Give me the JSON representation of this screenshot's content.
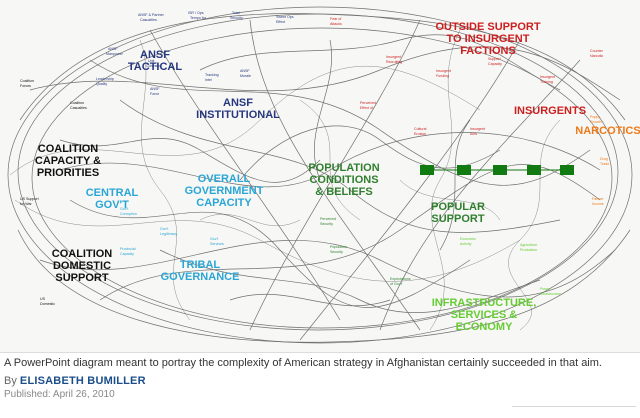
{
  "clusters": [
    {
      "id": "ansf_tactical",
      "text": "ANSF TACTICAL",
      "color": "#27387f"
    },
    {
      "id": "ansf_institutional",
      "text": "ANSF INSTITUTIONAL",
      "color": "#27387f"
    },
    {
      "id": "outside_support",
      "text": "OUTSIDE SUPPORT TO INSURGENT FACTIONS",
      "color": "#cc1f1f"
    },
    {
      "id": "insurgents",
      "text": "INSURGENTS",
      "color": "#cc1f1f"
    },
    {
      "id": "narcotics",
      "text": "NARCOTICS",
      "color": "#ee7a1a"
    },
    {
      "id": "coalition_capacity",
      "text": "COALITION CAPACITY & PRIORITIES",
      "color": "#111111"
    },
    {
      "id": "central_govt",
      "text": "CENTRAL GOV'T",
      "color": "#2aa6d6"
    },
    {
      "id": "overall_govt",
      "text": "OVERALL GOVERNMENT CAPACITY",
      "color": "#2aa6d6"
    },
    {
      "id": "population",
      "text": "POPULATION CONDITIONS & BELIEFS",
      "color": "#2f7f2f"
    },
    {
      "id": "popular_support",
      "text": "POPULAR SUPPORT",
      "color": "#2f7f2f"
    },
    {
      "id": "coalition_domestic",
      "text": "COALITION DOMESTIC SUPPORT",
      "color": "#111111"
    },
    {
      "id": "tribal_governance",
      "text": "TRIBAL GOVERNANCE",
      "color": "#2aa6d6"
    },
    {
      "id": "infrastructure",
      "text": "INFRASTRUCTURE, SERVICES & ECONOMY",
      "color": "#66cc33"
    }
  ],
  "caption": "A PowerPoint diagram meant to portray the complexity of American strategy in Afghanistan certainly succeeded in that aim.",
  "byline": {
    "prefix": "By",
    "author": "ELISABETH BUMILLER"
  },
  "published": "Published: April 26, 2010"
}
